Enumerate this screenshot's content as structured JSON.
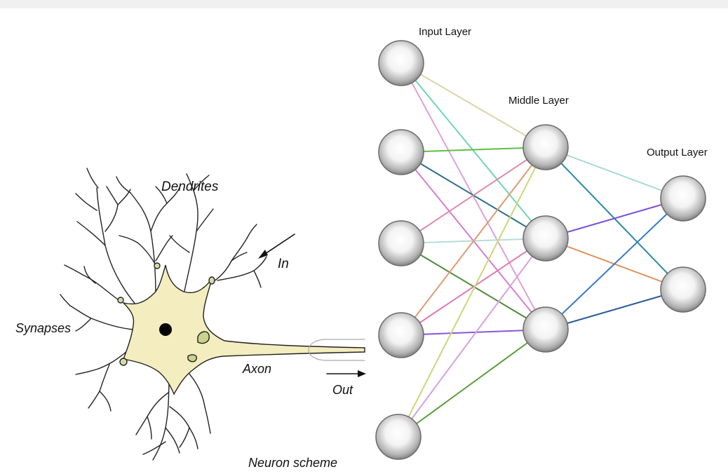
{
  "labels": {
    "input_layer": "Input Layer",
    "middle_layer": "Middle Layer",
    "output_layer": "Output Layer",
    "dendrites": "Dendrites",
    "synapses": "Synapses",
    "axon": "Axon",
    "in": "In",
    "out": "Out",
    "neuron_scheme": "Neuron scheme"
  },
  "network": {
    "layers": [
      {
        "name": "input",
        "node_count": 5
      },
      {
        "name": "middle",
        "node_count": 3
      },
      {
        "name": "output",
        "node_count": 2
      }
    ],
    "connections": [
      {
        "from": "input-1",
        "to": "middle-1",
        "color": "#d8d6a8"
      },
      {
        "from": "input-1",
        "to": "middle-2",
        "color": "#6fd4b8"
      },
      {
        "from": "input-1",
        "to": "middle-3",
        "color": "#e0a0d8"
      },
      {
        "from": "input-2",
        "to": "middle-1",
        "color": "#5cc040"
      },
      {
        "from": "input-2",
        "to": "middle-2",
        "color": "#2e6f8a"
      },
      {
        "from": "input-2",
        "to": "middle-3",
        "color": "#d37ed0"
      },
      {
        "from": "input-3",
        "to": "middle-1",
        "color": "#e08aa8"
      },
      {
        "from": "input-3",
        "to": "middle-2",
        "color": "#b8dcd8"
      },
      {
        "from": "input-3",
        "to": "middle-3",
        "color": "#4e8a3c"
      },
      {
        "from": "input-4",
        "to": "middle-1",
        "color": "#e09a70"
      },
      {
        "from": "input-4",
        "to": "middle-2",
        "color": "#e07ab0"
      },
      {
        "from": "input-4",
        "to": "middle-3",
        "color": "#8a56d8"
      },
      {
        "from": "input-5",
        "to": "middle-1",
        "color": "#c9d87a"
      },
      {
        "from": "input-5",
        "to": "middle-2",
        "color": "#d8a0e0"
      },
      {
        "from": "input-5",
        "to": "middle-3",
        "color": "#5a9c3a"
      },
      {
        "from": "middle-1",
        "to": "output-1",
        "color": "#a8dcc8"
      },
      {
        "from": "middle-1",
        "to": "output-2",
        "color": "#2a8aa8"
      },
      {
        "from": "middle-2",
        "to": "output-1",
        "color": "#7a50d8"
      },
      {
        "from": "middle-2",
        "to": "output-2",
        "color": "#e0905a"
      },
      {
        "from": "middle-3",
        "to": "output-1",
        "color": "#3a78c8"
      },
      {
        "from": "middle-3",
        "to": "output-2",
        "color": "#2a5a9a"
      }
    ]
  },
  "neuron": {
    "body_color": "#f3edbf",
    "synapse_color": "#d6dba5",
    "nucleus_color": "#000000"
  }
}
